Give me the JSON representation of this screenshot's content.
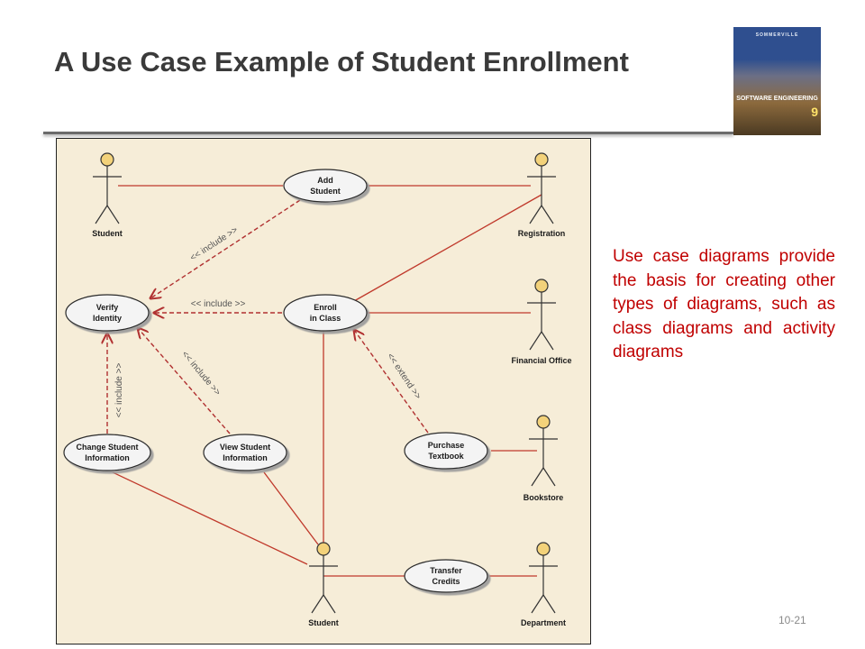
{
  "slide": {
    "title": "A Use Case Example of Student Enrollment",
    "note": "Use case diagrams provide the basis for creating other types of diagrams, such as class diagrams and activity diagrams",
    "slide_number": "10-21"
  },
  "book_cover": {
    "author": "SOMMERVILLE",
    "title": "SOFTWARE ENGINEERING",
    "edition": "9"
  },
  "diagram": {
    "actors": {
      "student_top": "Student",
      "registration": "Registration",
      "financial_office": "Financial Office",
      "bookstore": "Bookstore",
      "department": "Department",
      "student_bottom": "Student"
    },
    "use_cases": {
      "add_student": [
        "Add",
        "Student"
      ],
      "verify_identity": [
        "Verify",
        "Identity"
      ],
      "enroll_in_class": [
        "Enroll",
        "in Class"
      ],
      "change_student_info": [
        "Change Student",
        "Information"
      ],
      "view_student_info": [
        "View Student",
        "Information"
      ],
      "purchase_textbook": [
        "Purchase",
        "Textbook"
      ],
      "transfer_credits": [
        "Transfer",
        "Credits"
      ]
    },
    "relations": {
      "include": "<< include >>",
      "extend": "<< extend >>"
    },
    "colors": {
      "association": "#c0392b",
      "dependency": "#b03030",
      "background": "#f6edd8"
    }
  }
}
